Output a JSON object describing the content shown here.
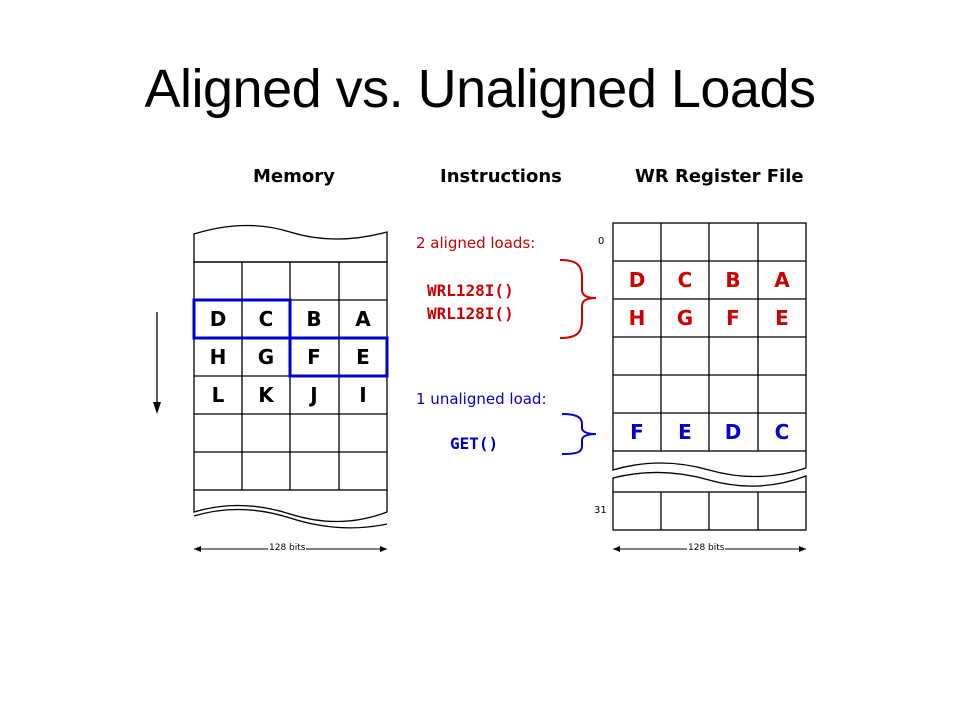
{
  "title": "Aligned vs. Unaligned Loads",
  "headers": {
    "memory": "Memory",
    "instructions": "Instructions",
    "register_file": "WR Register File"
  },
  "memory_rows": [
    [
      "D",
      "C",
      "B",
      "A"
    ],
    [
      "H",
      "G",
      "F",
      "E"
    ],
    [
      "L",
      "K",
      "J",
      "I"
    ]
  ],
  "instructions": {
    "aligned_label": "2 aligned loads:",
    "aligned_code": [
      "WRL128I()",
      "WRL128I()"
    ],
    "unaligned_label": "1 unaligned load:",
    "unaligned_code": "GET()"
  },
  "register_rows": {
    "aligned": [
      [
        "D",
        "C",
        "B",
        "A"
      ],
      [
        "H",
        "G",
        "F",
        "E"
      ]
    ],
    "unaligned": [
      "F",
      "E",
      "D",
      "C"
    ]
  },
  "register_index": {
    "first": "0",
    "last": "31"
  },
  "width_label": "128 bits",
  "colors": {
    "red": "#cc0000",
    "blue": "#0000cc",
    "black": "#000000"
  }
}
